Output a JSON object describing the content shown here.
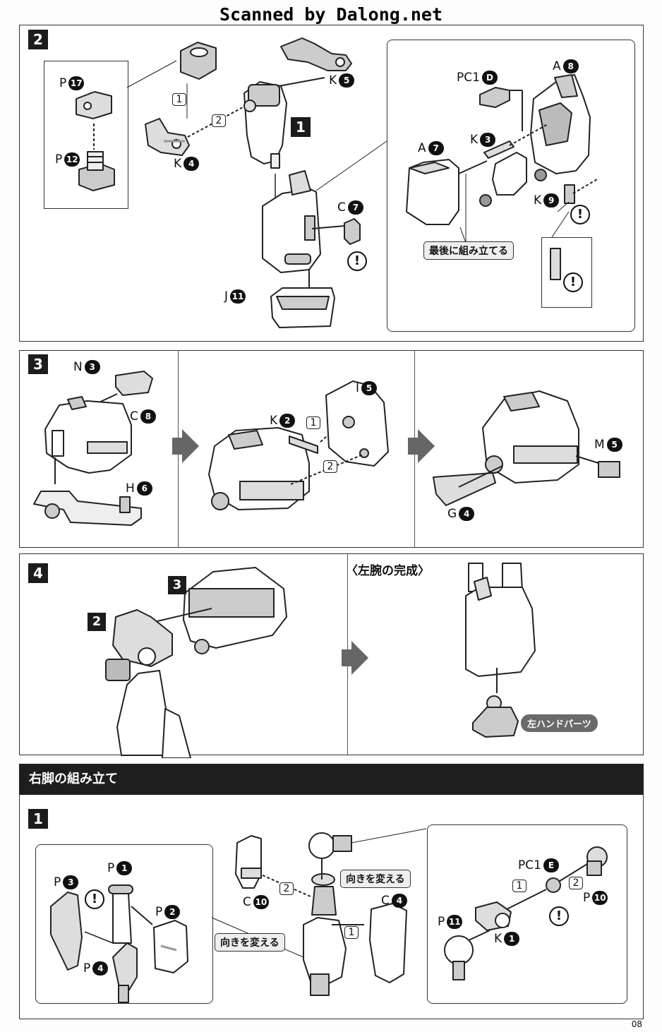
{
  "watermark": "Scanned by Dalong.net",
  "page_number": "08",
  "step2": {
    "badge": "2",
    "sub_badge": "1",
    "labels": {
      "p17": {
        "letter": "P",
        "num": "17"
      },
      "p12": {
        "letter": "P",
        "num": "12"
      },
      "k4": {
        "letter": "K",
        "num": "4"
      },
      "k5": {
        "letter": "K",
        "num": "5"
      },
      "c7": {
        "letter": "C",
        "num": "7"
      },
      "j11": {
        "letter": "J",
        "num": "11"
      },
      "pc1d": {
        "letter": "PC1",
        "num": "D"
      },
      "a8": {
        "letter": "A",
        "num": "8"
      },
      "a7": {
        "letter": "A",
        "num": "7"
      },
      "k3": {
        "letter": "K",
        "num": "3"
      },
      "k9": {
        "letter": "K",
        "num": "9"
      }
    },
    "order1": "1",
    "order2": "2",
    "warn": "!",
    "note_last": "最後に組み立てる"
  },
  "step3": {
    "badge": "3",
    "labels": {
      "n3": {
        "letter": "N",
        "num": "3"
      },
      "c8": {
        "letter": "C",
        "num": "8"
      },
      "h6": {
        "letter": "H",
        "num": "6"
      },
      "k2": {
        "letter": "K",
        "num": "2"
      },
      "i5": {
        "letter": "I",
        "num": "5"
      },
      "m5": {
        "letter": "M",
        "num": "5"
      },
      "g4": {
        "letter": "G",
        "num": "4"
      }
    },
    "order1": "1",
    "order2": "2"
  },
  "step4": {
    "badge": "4",
    "ref3": "3",
    "ref2": "2",
    "complete_title": "〈左腕の完成〉",
    "hand_label": "左ハンドパーツ"
  },
  "right_leg": {
    "title": "右脚の組み立て",
    "badge": "1",
    "labels": {
      "p1": {
        "letter": "P",
        "num": "1"
      },
      "p2": {
        "letter": "P",
        "num": "2"
      },
      "p3": {
        "letter": "P",
        "num": "3"
      },
      "p4": {
        "letter": "P",
        "num": "4"
      },
      "c10": {
        "letter": "C",
        "num": "10"
      },
      "c4": {
        "letter": "C",
        "num": "4"
      },
      "pc1e": {
        "letter": "PC1",
        "num": "E"
      },
      "p10": {
        "letter": "P",
        "num": "10"
      },
      "p11": {
        "letter": "P",
        "num": "11"
      },
      "k1": {
        "letter": "K",
        "num": "1"
      }
    },
    "note_turn": "向きを変える",
    "order1": "1",
    "order2": "2",
    "warn": "!"
  }
}
